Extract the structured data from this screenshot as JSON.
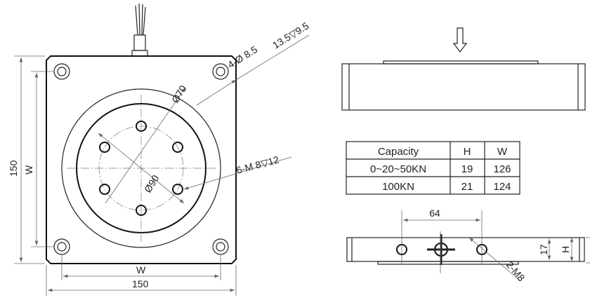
{
  "front_view": {
    "corner_hole_callout": "4-Ø 8.5",
    "counterbore_callout": "13.5▽9.5",
    "dia_70": "Ø70",
    "dia_90": "Ø90",
    "thread_callout": "6-M 8▽12",
    "height_150": "150",
    "height_w": "W",
    "width_w": "W",
    "width_150": "150"
  },
  "top_view": {
    "load_arrow": "down-arrow-icon"
  },
  "table": {
    "headers": [
      "Capacity",
      "H",
      "W"
    ],
    "rows": [
      [
        "0~20~50KN",
        "19",
        "126"
      ],
      [
        "100KN",
        "21",
        "124"
      ]
    ]
  },
  "side_view": {
    "spacing": "64",
    "thickness": "17",
    "height": "H",
    "thread": "2-M8"
  }
}
